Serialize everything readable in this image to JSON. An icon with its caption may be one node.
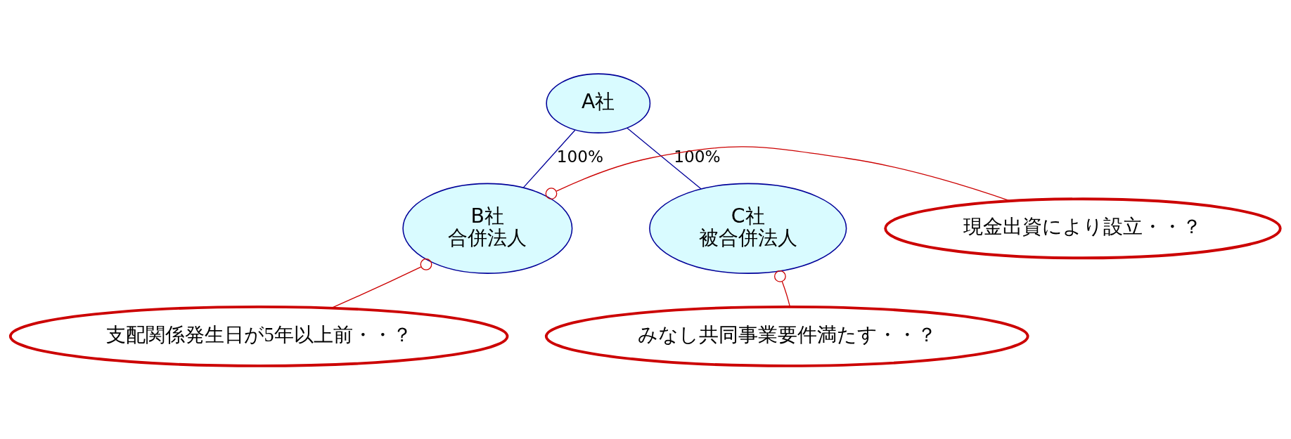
{
  "diagram": {
    "nodes": [
      {
        "text": [
          "A社"
        ]
      },
      {
        "text": [
          "現金出資により設立・・？"
        ]
      },
      {
        "text": [
          "B社",
          "合併法人"
        ]
      },
      {
        "text": [
          "C社",
          "被合併法人"
        ]
      },
      {
        "text": [
          "支配関係発生日が5年以上前・・？"
        ]
      },
      {
        "text": [
          "みなし共同事業要件満たす・・？"
        ]
      }
    ],
    "edges": [
      {
        "from": 0,
        "to": 2,
        "arrow": "none",
        "label": "100%",
        "color": "#000099"
      },
      {
        "from": 0,
        "to": 3,
        "arrow": "none",
        "label": "100%",
        "color": "#000099"
      },
      {
        "from": 1,
        "to": 2,
        "arrow": "other"
      },
      {
        "from": 4,
        "to": 2,
        "arrow": "other"
      },
      {
        "from": 5,
        "to": 3,
        "arrow": "other"
      }
    ]
  }
}
